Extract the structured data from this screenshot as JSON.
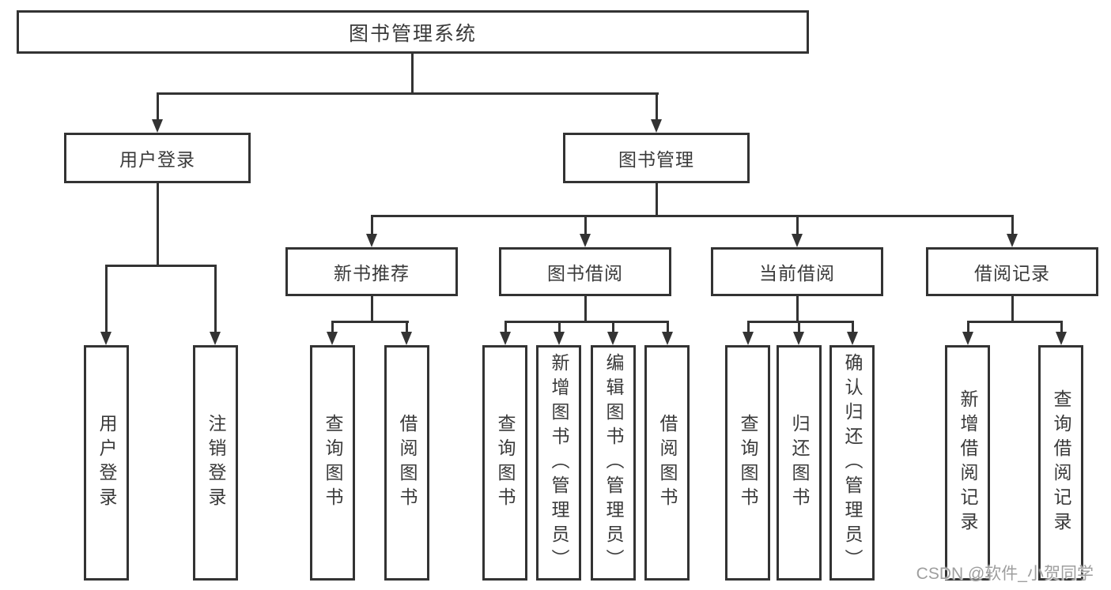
{
  "tree": {
    "root": {
      "label": "图书管理系统"
    },
    "branches": [
      {
        "label": "用户登录",
        "leaves": [
          {
            "label": "用户登录"
          },
          {
            "label": "注销登录"
          }
        ]
      },
      {
        "label": "图书管理",
        "children": [
          {
            "label": "新书推荐",
            "leaves": [
              {
                "label": "查询图书"
              },
              {
                "label": "借阅图书"
              }
            ]
          },
          {
            "label": "图书借阅",
            "leaves": [
              {
                "label": "查询图书"
              },
              {
                "label": "新增图书（管理员）"
              },
              {
                "label": "编辑图书（管理员）"
              },
              {
                "label": "借阅图书"
              }
            ]
          },
          {
            "label": "当前借阅",
            "leaves": [
              {
                "label": "查询图书"
              },
              {
                "label": "归还图书"
              },
              {
                "label": "确认归还（管理员）"
              }
            ]
          },
          {
            "label": "借阅记录",
            "leaves": [
              {
                "label": "新增借阅记录"
              },
              {
                "label": "查询借阅记录"
              }
            ]
          }
        ]
      }
    ]
  },
  "watermark": {
    "text": "CSDN @软件_小贺同学"
  },
  "colors": {
    "line": "#333333",
    "text": "#3a3a3a",
    "box_bg": "#ffffff",
    "background": "#ffffff",
    "watermark": "#9e9e9e"
  }
}
